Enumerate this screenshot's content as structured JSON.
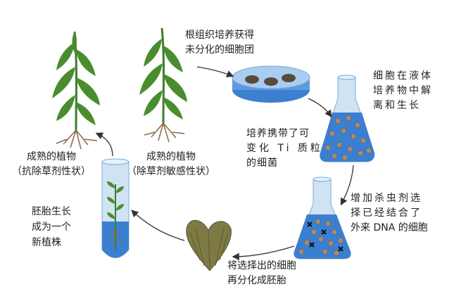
{
  "labels": {
    "root_culture": [
      "根组织培养获得",
      "未分化的细胞团"
    ],
    "liquid_culture": [
      "细胞在液体",
      "培养物中解",
      "离和生长"
    ],
    "bacteria": [
      "培养携带了可",
      "变化 Ti 质粒",
      "的细菌"
    ],
    "selection": [
      "增加杀虫剂选",
      "择已经结合了",
      "外来 DNA 的细胞"
    ],
    "redifferentiate": [
      "将选择出的细胞",
      "再分化成胚胎"
    ],
    "embryo_growth": [
      "胚胎生长",
      "成为一个",
      "新植株"
    ],
    "mature_resistant": [
      "成熟的植物",
      "（抗除草剂性状）"
    ],
    "mature_sensitive": [
      "成熟的植物",
      "（除草剂敏感性状）"
    ]
  },
  "colors": {
    "liquid": "#3b7fd0",
    "glass": "#bcd8f0",
    "plant": "#3f7d2a",
    "cell": "#b08a6a",
    "embryo": "#7d7a45"
  }
}
